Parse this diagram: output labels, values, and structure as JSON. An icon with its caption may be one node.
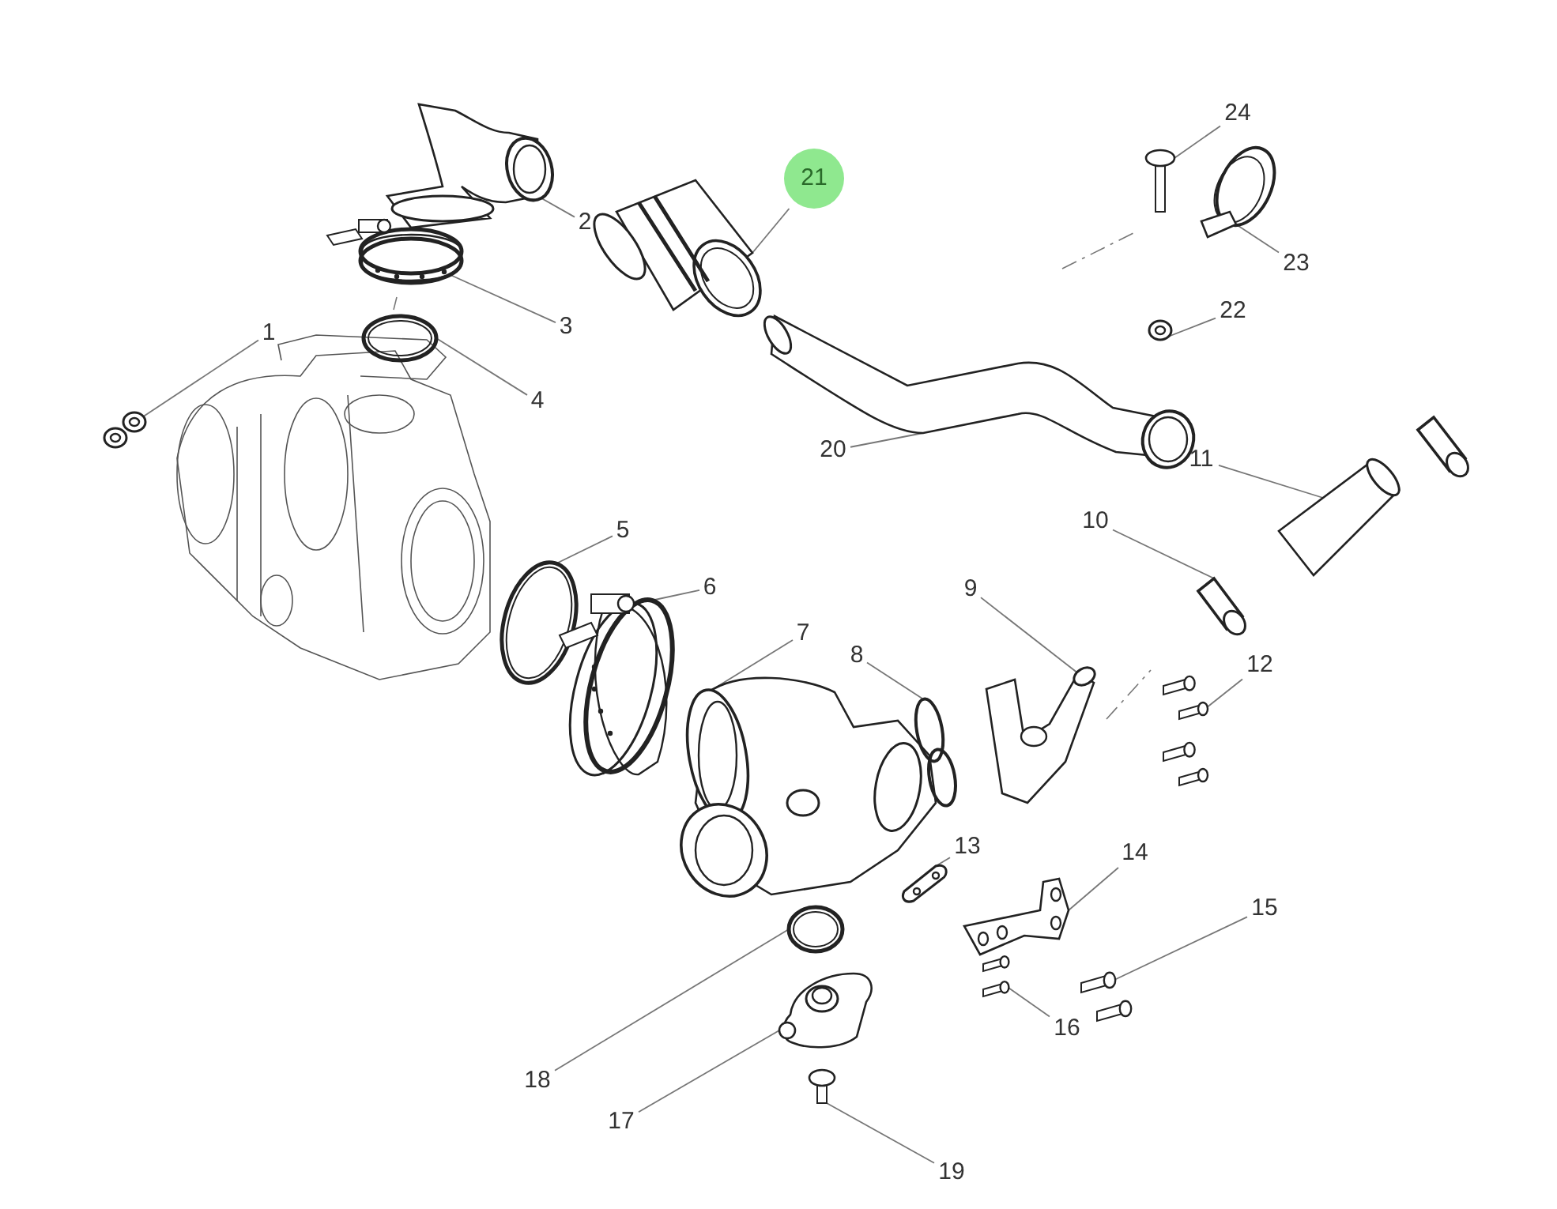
{
  "diagram": {
    "nodes": [
      {
        "text": [
          "1"
        ]
      },
      {
        "text": [
          "2"
        ]
      },
      {
        "text": [
          "3"
        ]
      },
      {
        "text": [
          "4"
        ]
      },
      {
        "text": [
          "5"
        ]
      },
      {
        "text": [
          "6"
        ]
      },
      {
        "text": [
          "7"
        ]
      },
      {
        "text": [
          "8"
        ]
      },
      {
        "text": [
          "9"
        ]
      },
      {
        "text": [
          "10"
        ]
      },
      {
        "text": [
          "11"
        ]
      },
      {
        "text": [
          "12"
        ]
      },
      {
        "text": [
          "13"
        ]
      },
      {
        "text": [
          "14"
        ]
      },
      {
        "text": [
          "15"
        ]
      },
      {
        "text": [
          "16"
        ]
      },
      {
        "text": [
          "17"
        ]
      },
      {
        "text": [
          "18"
        ]
      },
      {
        "text": [
          "19"
        ]
      },
      {
        "text": [
          "20"
        ]
      },
      {
        "text": [
          "21"
        ]
      },
      {
        "text": [
          "22"
        ]
      },
      {
        "text": [
          "23"
        ]
      },
      {
        "text": [
          "24"
        ]
      },
      {
        "text": [],
        "shape": "picture"
      },
      {
        "text": [],
        "shape": "picture"
      },
      {
        "text": [],
        "shape": "picture"
      },
      {
        "text": [],
        "shape": "picture"
      },
      {
        "text": [],
        "shape": "picture"
      },
      {
        "text": [],
        "shape": "picture"
      },
      {
        "text": [],
        "shape": "picture"
      },
      {
        "text": [],
        "shape": "picture"
      },
      {
        "text": [],
        "shape": "picture"
      },
      {
        "text": [],
        "shape": "picture"
      },
      {
        "text": [],
        "shape": "picture"
      },
      {
        "text": [],
        "shape": "picture"
      },
      {
        "text": [],
        "shape": "picture"
      },
      {
        "text": [],
        "shape": "picture"
      },
      {
        "text": [],
        "shape": "picture"
      },
      {
        "text": [],
        "shape": "picture"
      },
      {
        "text": [],
        "shape": "picture"
      },
      {
        "text": [],
        "shape": "picture"
      },
      {
        "text": [],
        "shape": "picture"
      },
      {
        "text": [],
        "shape": "picture"
      },
      {
        "text": [],
        "shape": "picture"
      },
      {
        "text": [],
        "shape": "picture"
      },
      {
        "text": [],
        "shape": "picture"
      },
      {
        "text": [],
        "shape": "picture"
      }
    ],
    "edges": [
      {
        "from": 0,
        "to": 24,
        "arrow": "none"
      },
      {
        "from": 1,
        "to": 25,
        "arrow": "none"
      },
      {
        "from": 2,
        "to": 26,
        "arrow": "none"
      },
      {
        "from": 3,
        "to": 27,
        "arrow": "none"
      },
      {
        "from": 4,
        "to": 28,
        "arrow": "none"
      },
      {
        "from": 5,
        "to": 29,
        "arrow": "none"
      },
      {
        "from": 6,
        "to": 30,
        "arrow": "none"
      },
      {
        "from": 7,
        "to": 31,
        "arrow": "none"
      },
      {
        "from": 8,
        "to": 32,
        "arrow": "none"
      },
      {
        "from": 9,
        "to": 33,
        "arrow": "none"
      },
      {
        "from": 10,
        "to": 34,
        "arrow": "none"
      },
      {
        "from": 11,
        "to": 35,
        "arrow": "none"
      },
      {
        "from": 12,
        "to": 36,
        "arrow": "none"
      },
      {
        "from": 13,
        "to": 37,
        "arrow": "none"
      },
      {
        "from": 14,
        "to": 38,
        "arrow": "none"
      },
      {
        "from": 15,
        "to": 39,
        "arrow": "none"
      },
      {
        "from": 16,
        "to": 40,
        "arrow": "none"
      },
      {
        "from": 17,
        "to": 41,
        "arrow": "none"
      },
      {
        "from": 18,
        "to": 42,
        "arrow": "none"
      },
      {
        "from": 19,
        "to": 43,
        "arrow": "none"
      },
      {
        "from": 20,
        "to": 44,
        "arrow": "none"
      },
      {
        "from": 21,
        "to": 45,
        "arrow": "none"
      },
      {
        "from": 22,
        "to": 46,
        "arrow": "none"
      },
      {
        "from": 23,
        "to": 47,
        "arrow": "none"
      }
    ]
  }
}
